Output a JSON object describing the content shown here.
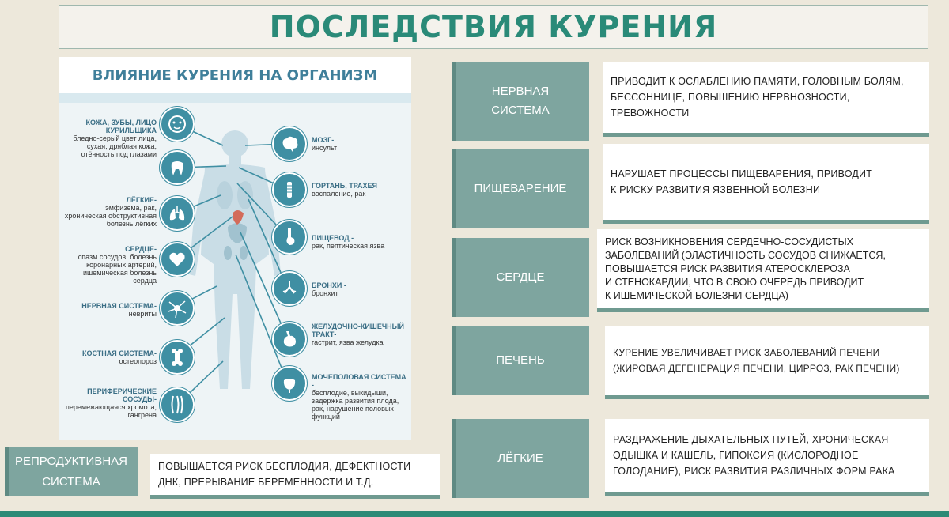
{
  "page_title": "ПОСЛЕДСТВИЯ КУРЕНИЯ",
  "infographic": {
    "title": "ВЛИЯНИЕ КУРЕНИЯ НА ОРГАНИЗМ",
    "left": [
      {
        "name": "КОЖА, ЗУБЫ, ЛИЦО КУРИЛЬЩИКА",
        "text": "бледно-серый цвет лица, сухая, дряблая кожа, отёчность под глазами",
        "icon": "face-icon"
      },
      {
        "name": "",
        "text": "",
        "icon": "tooth-icon"
      },
      {
        "name": "ЛЁГКИЕ-",
        "text": "эмфизема, рак, хроническая обструктивная болезнь лёгких",
        "icon": "lungs-icon"
      },
      {
        "name": "СЕРДЦЕ-",
        "text": "спазм сосудов, болезнь коронарных артерий, ишемическая болезнь сердца",
        "icon": "heart-icon"
      },
      {
        "name": "НЕРВНАЯ СИСТЕМА-",
        "text": "невриты",
        "icon": "neuron-icon"
      },
      {
        "name": "КОСТНАЯ СИСТЕМА-",
        "text": "остеопороз",
        "icon": "bone-icon"
      },
      {
        "name": "ПЕРИФЕРИЧЕСКИЕ СОСУДЫ-",
        "text": "перемежающаяся хромота, гангрена",
        "icon": "vessels-icon"
      }
    ],
    "right": [
      {
        "name": "МОЗГ-",
        "text": "инсульт",
        "icon": "brain-icon"
      },
      {
        "name": "ГОРТАНЬ, ТРАХЕЯ",
        "text": "воспаление, рак",
        "icon": "trachea-icon"
      },
      {
        "name": "ПИЩЕВОД -",
        "text": "рак, пептическая язва",
        "icon": "esophagus-icon"
      },
      {
        "name": "БРОНХИ -",
        "text": "бронхит",
        "icon": "bronchi-icon"
      },
      {
        "name": "ЖЕЛУДОЧНО-КИШЕЧНЫЙ ТРАКТ-",
        "text": "гастрит, язва желудка",
        "icon": "stomach-icon"
      },
      {
        "name": "МОЧЕПОЛОВАЯ СИСТЕМА -",
        "text": "бесплодие, выкидыши, задержка развития плода, рак, нарушение половых функций",
        "icon": "bladder-icon"
      }
    ]
  },
  "rows": [
    {
      "category_lines": [
        "НЕРВНАЯ",
        "СИСТЕМА"
      ],
      "text_lines": [
        "ПРИВОДИТ К ОСЛАБЛЕНИЮ ПАМЯТИ, ГОЛОВНЫМ БОЛЯМ,",
        "БЕССОННИЦЕ, ПОВЫШЕНИЮ НЕРВНОЗНОСТИ,",
        "ТРЕВОЖНОСТИ"
      ]
    },
    {
      "category_lines": [
        "ПИЩЕВАРЕНИЕ"
      ],
      "text_lines": [
        "НАРУШАЕТ ПРОЦЕССЫ ПИЩЕВАРЕНИЯ, ПРИВОДИТ",
        "К РИСКУ РАЗВИТИЯ ЯЗВЕННОЙ БОЛЕЗНИ"
      ]
    },
    {
      "category_lines": [
        "СЕРДЦЕ"
      ],
      "text_lines": [
        "РИСК ВОЗНИКНОВЕНИЯ СЕРДЕЧНО-СОСУДИСТЫХ",
        "ЗАБОЛЕВАНИЙ (ЭЛАСТИЧНОСТЬ СОСУДОВ СНИЖАЕТСЯ,",
        "ПОВЫШАЕТСЯ РИСК РАЗВИТИЯ АТЕРОСКЛЕРОЗА",
        "И СТЕНОКАРДИИ, ЧТО В СВОЮ ОЧЕРЕДЬ ПРИВОДИТ",
        "К ИШЕМИЧЕСКОЙ БОЛЕЗНИ СЕРДЦА)"
      ]
    },
    {
      "category_lines": [
        "ПЕЧЕНЬ"
      ],
      "text_lines": [
        "КУРЕНИЕ УВЕЛИЧИВАЕТ РИСК ЗАБОЛЕВАНИЙ ПЕЧЕНИ",
        "(ЖИРОВАЯ ДЕГЕНЕРАЦИЯ ПЕЧЕНИ, ЦИРРОЗ, РАК ПЕЧЕНИ)"
      ]
    },
    {
      "category_lines": [
        "ЛЁГКИЕ"
      ],
      "text_lines": [
        "РАЗДРАЖЕНИЕ ДЫХАТЕЛЬНЫХ ПУТЕЙ, ХРОНИЧЕСКАЯ",
        "ОДЫШКА И КАШЕЛЬ, ГИПОКСИЯ (КИСЛОРОДНОЕ",
        "ГОЛОДАНИЕ), РИСК РАЗВИТИЯ РАЗЛИЧНЫХ ФОРМ РАКА"
      ]
    },
    {
      "category_lines": [
        "РЕПРОДУКТИВНАЯ",
        "СИСТЕМА"
      ],
      "text_lines": [
        "ПОВЫШАЕТСЯ РИСК БЕСПЛОДИЯ, ДЕФЕКТНОСТИ",
        "ДНК, ПРЕРЫВАНИЕ БЕРЕМЕННОСТИ И Т.Д."
      ]
    }
  ],
  "colors": {
    "title": "#2a8a78",
    "category_bg": "#7ea59f",
    "icon_bg": "#3f8fa3",
    "bottom_bar": "#2c8a76"
  }
}
